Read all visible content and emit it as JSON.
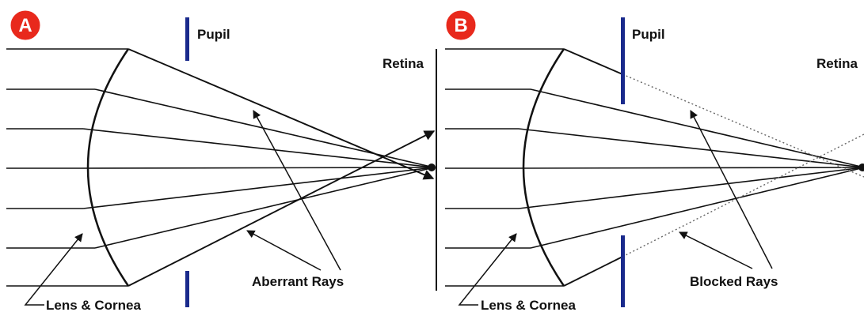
{
  "panel_a": {
    "badge": "A",
    "pupil_label": "Pupil",
    "retina_label": "Retina",
    "lens_label": "Lens & Cornea",
    "rays_label": "Aberrant Rays"
  },
  "panel_b": {
    "badge": "B",
    "pupil_label": "Pupil",
    "retina_label": "Retina",
    "lens_label": "Lens & Cornea",
    "rays_label": "Blocked Rays"
  },
  "colors": {
    "badge_fill": "#e8291c",
    "pupil_bar": "#1a2a8c",
    "ray_line": "#111111",
    "blocked_ray": "#666666"
  }
}
